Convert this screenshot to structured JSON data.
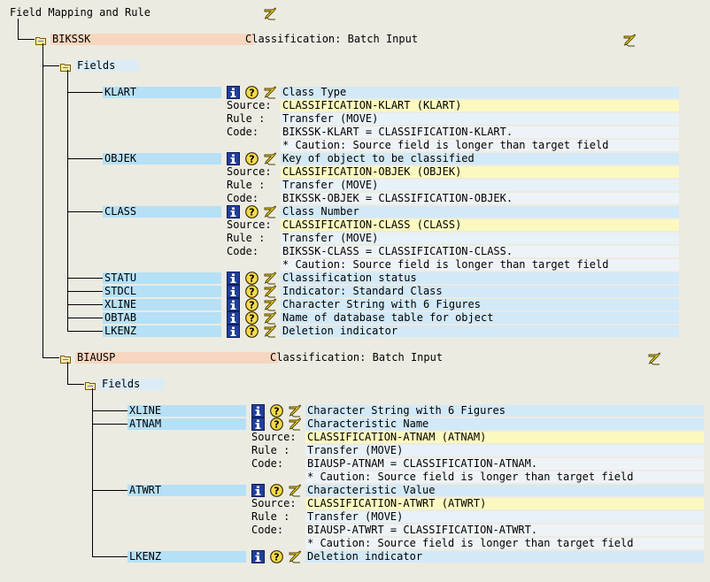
{
  "title": "Field Mapping and Rule",
  "colors": {
    "field_bg": "#b6e0f5",
    "desc_bg": "#d2e9f8",
    "source_bg": "#fcf9c0",
    "group_bg": "#f7d6bf"
  },
  "icons": {
    "info": "info-icon",
    "help": "help-icon",
    "edit": "pencil-icon",
    "folder": "folder-icon"
  },
  "labels": {
    "source": "Source:",
    "rule": "Rule :",
    "code": "Code:",
    "fields": "Fields"
  },
  "groups": [
    {
      "name": "BIKSSK",
      "desc": "Classification: Batch Input",
      "fields": [
        {
          "name": "KLART",
          "desc": "Class Type",
          "source": "CLASSIFICATION-KLART (KLART)",
          "rule": "Transfer (MOVE)",
          "code": "BIKSSK-KLART = CLASSIFICATION-KLART.",
          "caution": "* Caution: Source field is longer than target field"
        },
        {
          "name": "OBJEK",
          "desc": "Key of object to be classified",
          "source": "CLASSIFICATION-OBJEK (OBJEK)",
          "rule": "Transfer (MOVE)",
          "code": "BIKSSK-OBJEK = CLASSIFICATION-OBJEK."
        },
        {
          "name": "CLASS",
          "desc": "Class Number",
          "source": "CLASSIFICATION-CLASS (CLASS)",
          "rule": "Transfer (MOVE)",
          "code": "BIKSSK-CLASS = CLASSIFICATION-CLASS.",
          "caution": "* Caution: Source field is longer than target field"
        },
        {
          "name": "STATU",
          "desc": "Classification status"
        },
        {
          "name": "STDCL",
          "desc": "Indicator: Standard Class"
        },
        {
          "name": "XLINE",
          "desc": "Character String with 6 Figures"
        },
        {
          "name": "OBTAB",
          "desc": "Name of database table for object"
        },
        {
          "name": "LKENZ",
          "desc": "Deletion indicator"
        }
      ]
    },
    {
      "name": "BIAUSP",
      "desc": "Classification: Batch Input",
      "fields": [
        {
          "name": "XLINE",
          "desc": "Character String with 6 Figures"
        },
        {
          "name": "ATNAM",
          "desc": "Characteristic Name",
          "source": "CLASSIFICATION-ATNAM (ATNAM)",
          "rule": "Transfer (MOVE)",
          "code": "BIAUSP-ATNAM = CLASSIFICATION-ATNAM.",
          "caution": "* Caution: Source field is longer than target field"
        },
        {
          "name": "ATWRT",
          "desc": "Characteristic Value",
          "source": "CLASSIFICATION-ATWRT (ATWRT)",
          "rule": "Transfer (MOVE)",
          "code": "BIAUSP-ATWRT = CLASSIFICATION-ATWRT.",
          "caution": "* Caution: Source field is longer than target field"
        },
        {
          "name": "LKENZ",
          "desc": "Deletion indicator"
        }
      ]
    }
  ]
}
